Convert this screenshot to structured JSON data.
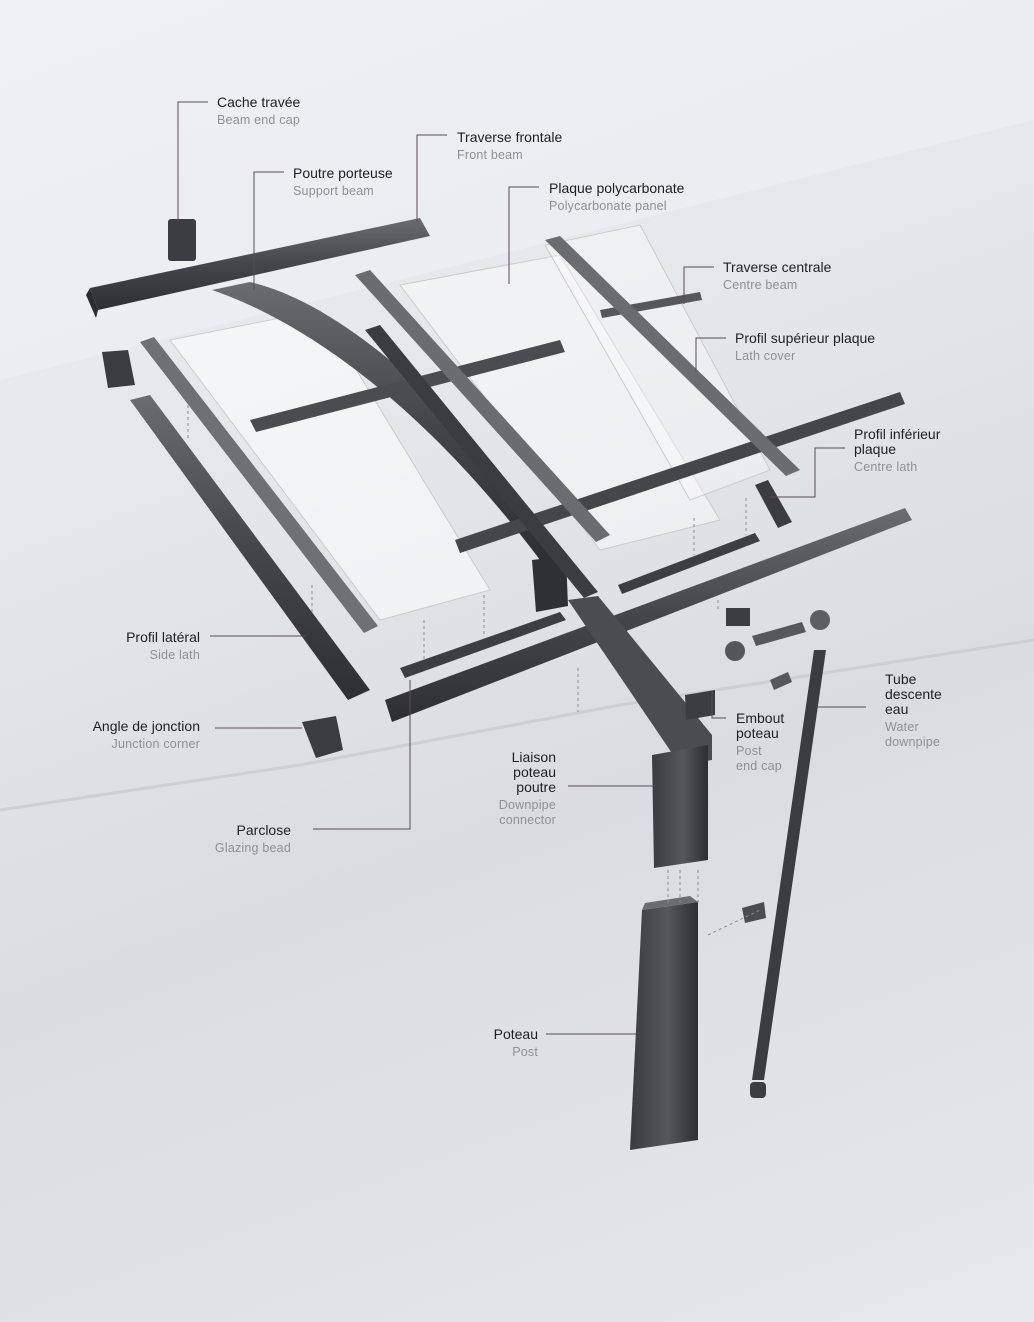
{
  "labels": {
    "beam_end_cap": {
      "fr": "Cache travée",
      "en": "Beam end cap"
    },
    "front_beam": {
      "fr": "Traverse frontale",
      "en": "Front beam"
    },
    "support_beam": {
      "fr": "Poutre porteuse",
      "en": "Support beam"
    },
    "polycarbonate_panel": {
      "fr": "Plaque polycarbonate",
      "en": "Polycarbonate panel"
    },
    "centre_beam": {
      "fr": "Traverse centrale",
      "en": "Centre beam"
    },
    "lath_cover": {
      "fr": "Profil supérieur plaque",
      "en": "Lath cover"
    },
    "centre_lath": {
      "fr_line1": "Profil inférieur",
      "fr_line2": "plaque",
      "en": "Centre lath"
    },
    "side_lath": {
      "fr": "Profil latéral",
      "en": "Side lath"
    },
    "junction_corner": {
      "fr": "Angle de jonction",
      "en": "Junction corner"
    },
    "post_end_cap": {
      "fr_line1": "Embout",
      "fr_line2": "poteau",
      "en_line1": "Post",
      "en_line2": "end cap"
    },
    "water_downpipe": {
      "fr_line1": "Tube",
      "fr_line2": "descente",
      "fr_line3": "eau",
      "en_line1": "Water",
      "en_line2": "downpipe"
    },
    "downpipe_connector": {
      "fr_line1": "Liaison",
      "fr_line2": "poteau",
      "fr_line3": "poutre",
      "en_line1": "Downpipe",
      "en_line2": "connector"
    },
    "glazing_bead": {
      "fr": "Parclose",
      "en": "Glazing bead"
    },
    "post": {
      "fr": "Poteau",
      "en": "Post"
    }
  },
  "colors": {
    "aluminium": "#4a4c51",
    "aluminium_dark": "#2f3135",
    "aluminium_light": "#6b6d72",
    "panel": "#f4f6f8",
    "leader": "#5a4a5a"
  }
}
